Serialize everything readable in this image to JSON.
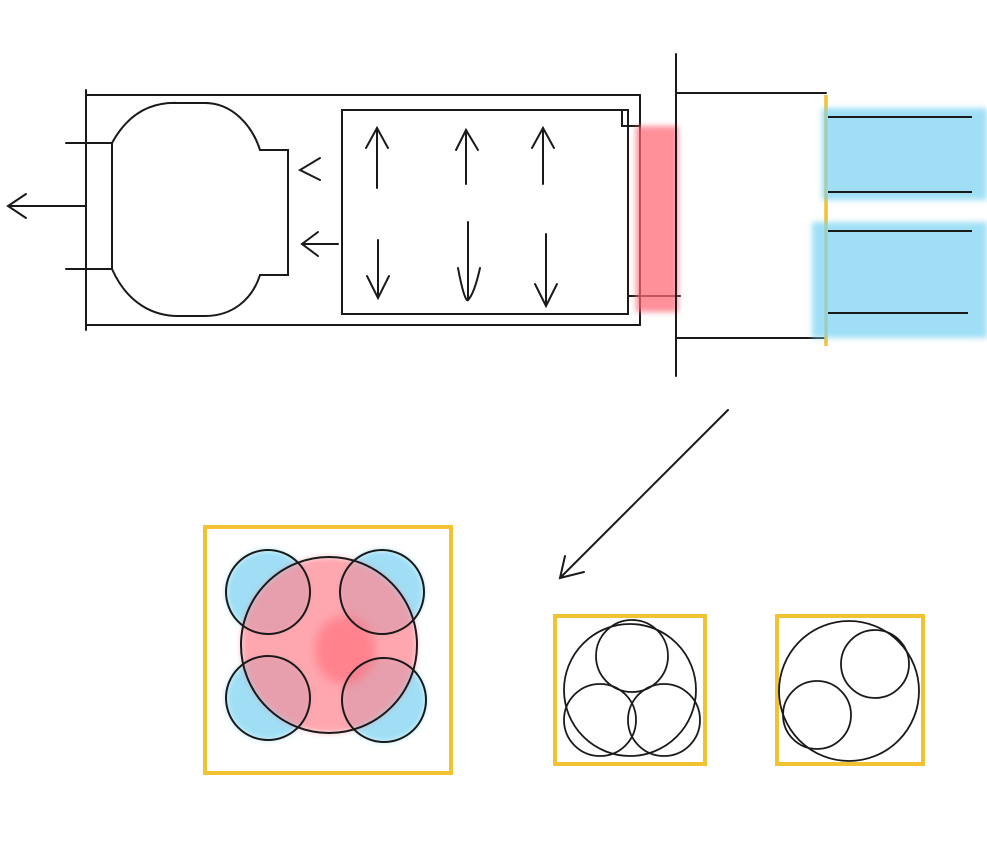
{
  "title": "",
  "colors": {
    "stroke": "#1a1a1a",
    "heat_red": "#ff6b78",
    "cool_blue": "#7fd4f2",
    "frame_yellow": "#f2c232"
  },
  "icons": {
    "exhaust_arrow": "arrow-left-icon",
    "intake_arrows": "arrow-left-icon",
    "airflow_up": "arrow-up-icon",
    "airflow_down": "arrow-down-icon",
    "zoom_arrow": "arrow-down-left-icon"
  },
  "cross_sections": [
    {
      "id": "section-1",
      "inner_circles": 4,
      "filled": true
    },
    {
      "id": "section-2",
      "inner_circles": 3,
      "filled": false
    },
    {
      "id": "section-3",
      "inner_circles": 2,
      "filled": false
    }
  ]
}
